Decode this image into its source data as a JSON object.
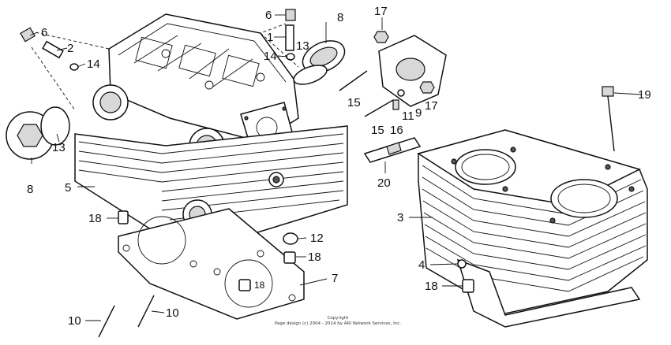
{
  "labels": {
    "l1": "1",
    "l2": "2",
    "l3": "3",
    "l4": "4",
    "l5": "5",
    "l6a": "6",
    "l6b": "6",
    "l7": "7",
    "l8a": "8",
    "l8b": "8",
    "l9": "9",
    "l10a": "10",
    "l10b": "10",
    "l11": "11",
    "l12": "12",
    "l13a": "13",
    "l13b": "13",
    "l14a": "14",
    "l14b": "14",
    "l15a": "15",
    "l15b": "15",
    "l16": "16",
    "l17a": "17",
    "l17b": "17",
    "l18a": "18",
    "l18b": "18",
    "l18c": "18",
    "l18d": "18",
    "l19": "19",
    "l20": "20"
  },
  "copyright": {
    "line1": "Copyright",
    "line2": "Page design (c) 2004 - 2014 by ARI Network Services, Inc."
  }
}
